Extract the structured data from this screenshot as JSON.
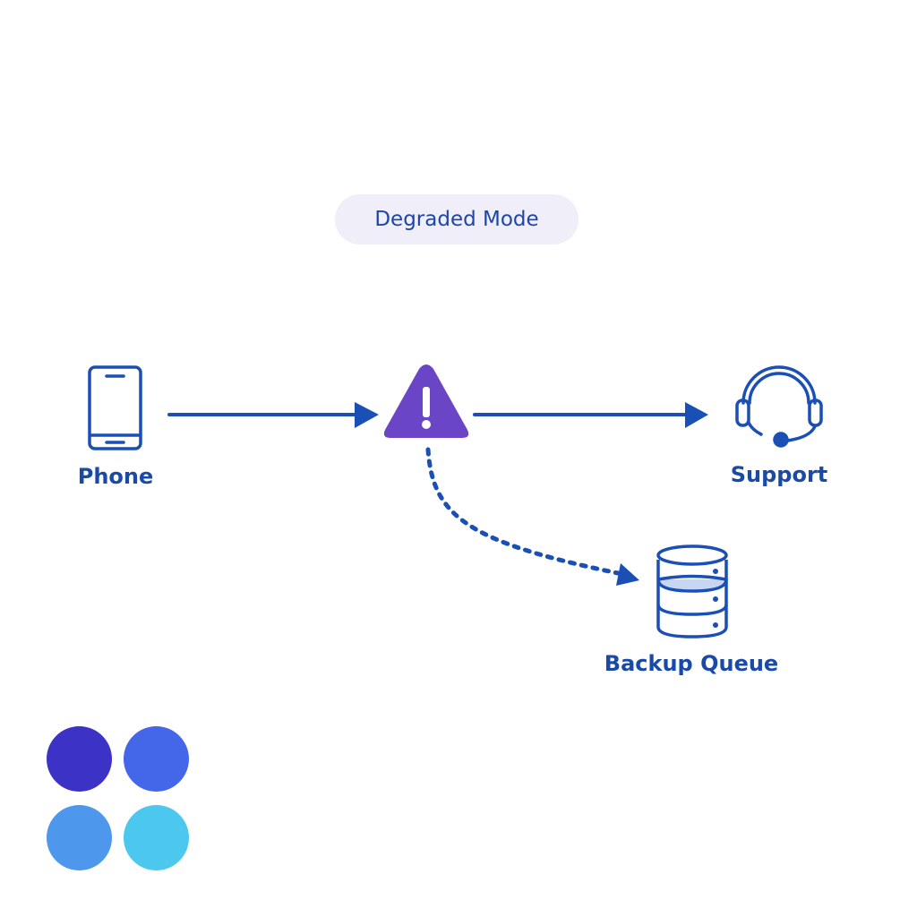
{
  "badge": {
    "text": "Degraded Mode"
  },
  "nodes": {
    "phone": {
      "label": "Phone",
      "icon": "phone-icon"
    },
    "warning": {
      "icon": "warning-triangle-icon",
      "color": "#6a45c6"
    },
    "support": {
      "label": "Support",
      "icon": "headset-icon"
    },
    "backup": {
      "label": "Backup Queue",
      "icon": "database-icon"
    }
  },
  "edges": [
    {
      "from": "phone",
      "to": "warning",
      "style": "solid"
    },
    {
      "from": "warning",
      "to": "support",
      "style": "solid"
    },
    {
      "from": "warning",
      "to": "backup",
      "style": "dotted"
    }
  ],
  "colors": {
    "primary": "#1a4fb5",
    "text": "#1a4aa8",
    "badge_bg": "#efeef9"
  },
  "palette": [
    "#3c33c6",
    "#4466e9",
    "#4d97ec",
    "#4cc7ee"
  ]
}
